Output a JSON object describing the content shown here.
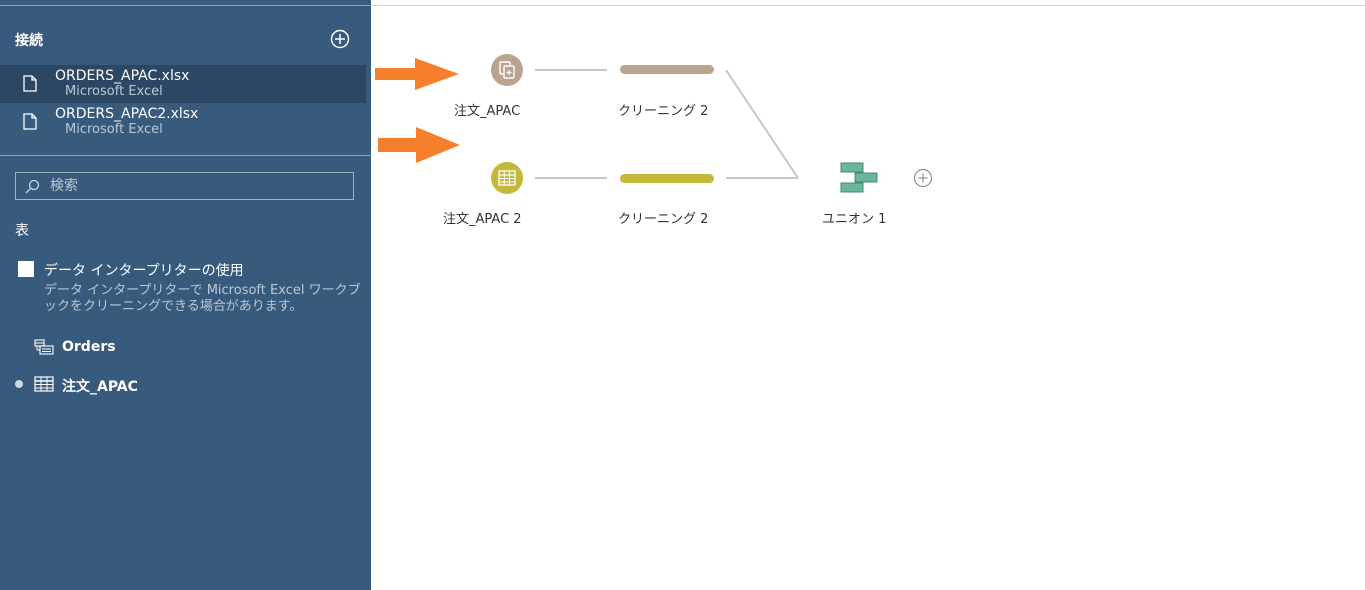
{
  "sidebar": {
    "connections_title": "接続",
    "connections": [
      {
        "name": "ORDERS_APAC.xlsx",
        "type": "Microsoft Excel"
      },
      {
        "name": "ORDERS_APAC2.xlsx",
        "type": "Microsoft Excel"
      }
    ],
    "search_placeholder": "検索",
    "tables_title": "表",
    "data_interpreter": {
      "label": "データ インタープリターの使用",
      "description": "データ インタープリターで Microsoft Excel ワークブックをクリーニングできる場合があります。"
    },
    "tables": [
      {
        "name": "Orders"
      },
      {
        "name": "注文_APAC"
      }
    ]
  },
  "flow": {
    "nodes": {
      "input1": {
        "label": "注文_APAC",
        "color": "#b8a48f"
      },
      "input2": {
        "label": "注文_APAC 2",
        "color": "#c3b83a"
      },
      "clean1": {
        "label": "クリーニング 2",
        "color": "#b8a48f"
      },
      "clean2": {
        "label": "クリーニング 2",
        "color": "#c3b83a"
      },
      "union": {
        "label": "ユニオン 1",
        "color": "#6bb59c"
      }
    }
  },
  "colors": {
    "sidebar_bg": "#385a7c",
    "annotation_arrow": "#f57f2a"
  }
}
